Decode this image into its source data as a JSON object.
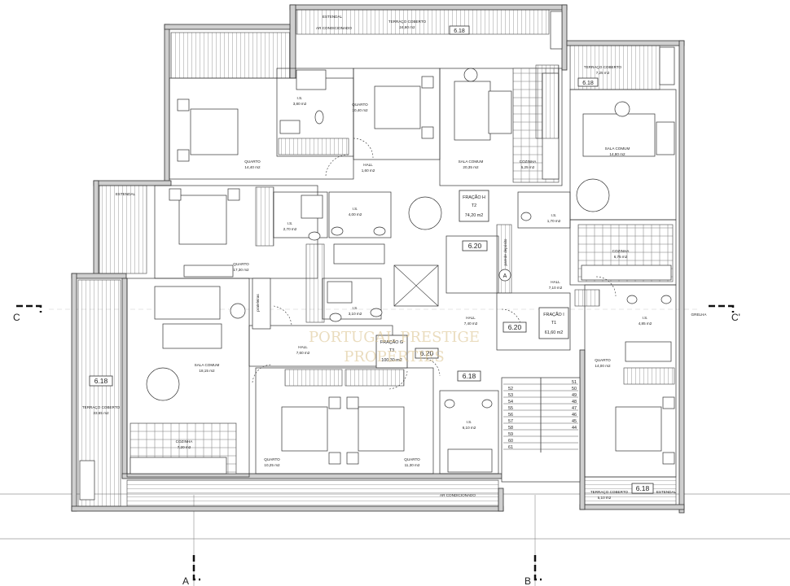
{
  "drawing": {
    "units": [
      {
        "id": "H",
        "title": "FRAÇÃO H",
        "code": "T2",
        "area": "74,20 m2"
      },
      {
        "id": "G",
        "title": "FRAÇÃO G",
        "code": "T3",
        "area": "100,30 m2"
      },
      {
        "id": "I",
        "title": "FRAÇÃO I",
        "code": "T1",
        "area": "61,60 m2"
      }
    ],
    "rooms": [
      {
        "name": "ESTENDAL",
        "area": ""
      },
      {
        "name": "TERRAÇO COBERTO",
        "area": "24,60 m2"
      },
      {
        "name": "AR CONDICIONADO",
        "area": ""
      },
      {
        "name": "TERRAÇO COBERTO",
        "area": "7,25 m2"
      },
      {
        "name": "I.S.",
        "area": "3,80 m2"
      },
      {
        "name": "QUARTO",
        "area": "10,40 m2"
      },
      {
        "name": "QUARTO",
        "area": "14,40 m2"
      },
      {
        "name": "HALL",
        "area": "1,60 m2"
      },
      {
        "name": "SALA COMUM",
        "area": "20,35 m2"
      },
      {
        "name": "COZINHA",
        "area": "5,25 m2"
      },
      {
        "name": "SALA COMUM",
        "area": "14,80 m2"
      },
      {
        "name": "ESTENDAL",
        "area": ""
      },
      {
        "name": "I.S.",
        "area": "2,70 m2"
      },
      {
        "name": "I.S.",
        "area": "4,00 m2"
      },
      {
        "name": "QUARTO",
        "area": "17,30 m2"
      },
      {
        "name": "I.S.",
        "area": "1,70 m2"
      },
      {
        "name": "COZINHA",
        "area": "6,75 m2"
      },
      {
        "name": "HALL",
        "area": "7,10 m2"
      },
      {
        "name": "I.S.",
        "area": "3,10 m2"
      },
      {
        "name": "HALL",
        "area": "7,60 m2"
      },
      {
        "name": "HALL",
        "area": "7,40 m2"
      },
      {
        "name": "SALA COMUM",
        "area": "18,15 m2"
      },
      {
        "name": "I.S.",
        "area": "4,85 m2"
      },
      {
        "name": "QUARTO",
        "area": "14,00 m2"
      },
      {
        "name": "I.S.",
        "area": "6,10 m2"
      },
      {
        "name": "COZINHA",
        "area": "7,20 m2"
      },
      {
        "name": "QUARTO",
        "area": "10,25 m2"
      },
      {
        "name": "QUARTO",
        "area": "11,30 m2"
      },
      {
        "name": "TERRAÇO COBERTO",
        "area": "33,65 m2"
      },
      {
        "name": "AR CONDICIONADO",
        "area": ""
      },
      {
        "name": "TERRAÇO COBERTO",
        "area": "5,10 m2"
      },
      {
        "name": "ESTENDAL",
        "area": ""
      }
    ],
    "misc": {
      "pot_label": "prateleiras",
      "duct_label": "parede depósito",
      "grille": "GRELHA",
      "circle_mark": "A"
    },
    "level_tags": [
      "6.18",
      "6.18",
      "6.20",
      "6.20",
      "6.20",
      "6.18",
      "6.18",
      "6.18"
    ],
    "stair_numbers": [
      "52",
      "53",
      "54",
      "55",
      "56",
      "57",
      "58",
      "59",
      "60",
      "61",
      "51",
      "50",
      "49",
      "48",
      "47",
      "46",
      "45",
      "44"
    ],
    "section_marks": {
      "left": "C",
      "right": "C'",
      "bottom_a": "A",
      "bottom_b": "B"
    },
    "watermark": {
      "line1": "PORTUGAL PRESTIGE",
      "line2": "PROPERTIES"
    }
  }
}
